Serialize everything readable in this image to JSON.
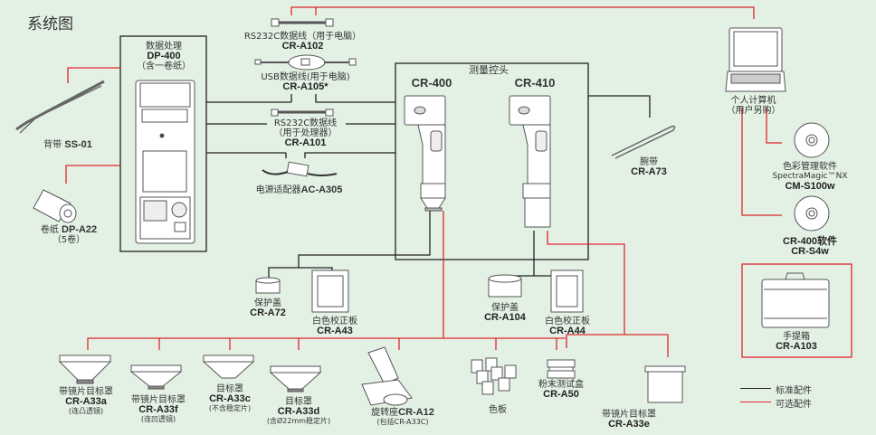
{
  "title": "系统图",
  "colors": {
    "background": "#e3f1e4",
    "standard_line": "#222222",
    "optional_line": "#e0262e",
    "device_fill": "#ffffff",
    "device_stroke": "#555555"
  },
  "legend": {
    "standard": "标准配件",
    "optional": "可选配件"
  },
  "processor": {
    "name": "数据处理",
    "model": "DP-400",
    "note": "（含一卷纸）"
  },
  "probe_group": {
    "title": "测量控头",
    "left_model": "CR-400",
    "right_model": "CR-410"
  },
  "cables": [
    {
      "name": "RS232C数据线（用于电脑）",
      "model": "CR-A102",
      "type": "optional"
    },
    {
      "name": "USB数据线(用于电脑)",
      "model": "CR-A105*",
      "type": "optional"
    },
    {
      "name": "RS232C数据线",
      "sub": "（用于处理器）",
      "model": "CR-A101",
      "type": "standard"
    },
    {
      "name": "电源适配器",
      "model": "AC-A305",
      "type": "standard"
    }
  ],
  "left_items": [
    {
      "name": "背带",
      "model": "SS-01",
      "type": "optional"
    },
    {
      "name": "卷纸",
      "model": "DP-A22",
      "note": "（5卷）",
      "type": "optional"
    }
  ],
  "wrist_strap": {
    "name": "腕带",
    "model": "CR-A73",
    "type": "standard"
  },
  "computer": {
    "name": "个人计算机",
    "note": "（用户另购）",
    "type": "optional"
  },
  "software": [
    {
      "name": "色彩管理软件",
      "product": "SpectraMagic™NX",
      "model": "CM-S100w",
      "type": "optional"
    },
    {
      "name": "CR-400软件",
      "model": "CR-S4w",
      "type": "optional"
    }
  ],
  "case": {
    "name": "手提箱",
    "model": "CR-A103",
    "type": "optional"
  },
  "cr400_std": [
    {
      "name": "保护盖",
      "model": "CR-A72"
    },
    {
      "name": "白色校正板",
      "model": "CR-A43"
    }
  ],
  "cr410_std": [
    {
      "name": "保护盖",
      "model": "CR-A104"
    },
    {
      "name": "白色校正板",
      "model": "CR-A44"
    }
  ],
  "bottom_items": [
    {
      "name": "带镜片目标罩",
      "model": "CR-A33a",
      "note": "(连凸透镜)"
    },
    {
      "name": "带镜片目标罩",
      "model": "CR-A33f",
      "note": "(连凹透镜)"
    },
    {
      "name": "目标罩",
      "model": "CR-A33c",
      "note": "(不含稳定片)"
    },
    {
      "name": "目标罩",
      "model": "CR-A33d",
      "note": "(含Ø22mm稳定片)"
    },
    {
      "name": "旋转座",
      "model": "CR-A12",
      "note": "(包括CR-A33C)"
    },
    {
      "name": "色板"
    },
    {
      "name": "粉末测试盒",
      "model": "CR-A50"
    },
    {
      "name": "带镜片目标罩",
      "model": "CR-A33e"
    }
  ]
}
